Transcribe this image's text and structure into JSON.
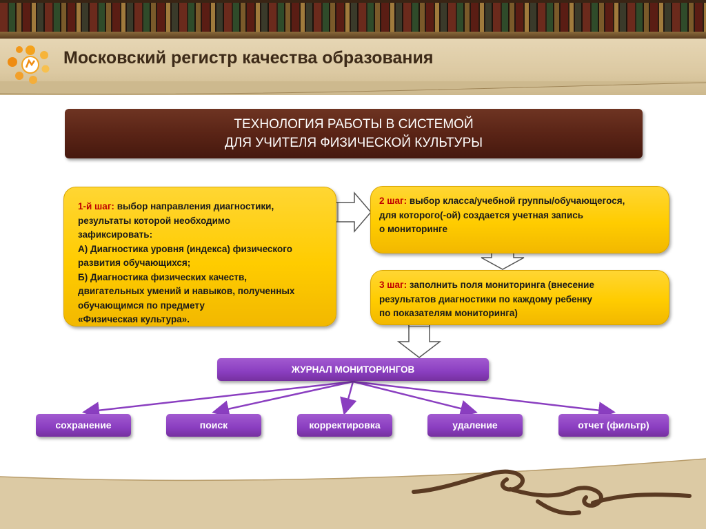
{
  "header": {
    "title": "Московский регистр качества образования",
    "logo": "sun-logo-icon"
  },
  "banner": {
    "line1": "ТЕХНОЛОГИЯ РАБОТЫ  В СИСТЕМОЙ",
    "line2": "ДЛЯ УЧИТЕЛЯ ФИЗИЧЕСКОЙ КУЛЬТУРЫ"
  },
  "steps": {
    "step1": {
      "label": "1-й шаг:",
      "lines": [
        " выбор направления диагностики,",
        "результаты которой необходимо",
        "зафиксировать:",
        "А) Диагностика уровня (индекса) физического",
        "развития обучающихся;",
        "Б) Диагностика физических качеств,",
        "двигательных умений и навыков, полученных",
        "обучающимся по предмету",
        "«Физическая культура»."
      ]
    },
    "step2": {
      "label": "2 шаг:",
      "lines": [
        " выбор класса/учебной группы/обучающегося,",
        "для которого(-ой) создается учетная запись",
        "о мониторинге"
      ]
    },
    "step3": {
      "label": "3 шаг:",
      "lines": [
        " заполнить поля мониторинга (внесение",
        "результатов диагностики по каждому ребенку",
        "по показателям мониторинга)"
      ]
    }
  },
  "journal": {
    "label": "ЖУРНАЛ МОНИТОРИНГОВ"
  },
  "actions": [
    "сохранение",
    "поиск",
    "корректировка",
    "удаление",
    "отчет (фильтр)"
  ],
  "colors": {
    "step": "#ffcc00",
    "step_label": "#c00000",
    "banner": "#5a2416",
    "purple": "#8a3ec0"
  }
}
